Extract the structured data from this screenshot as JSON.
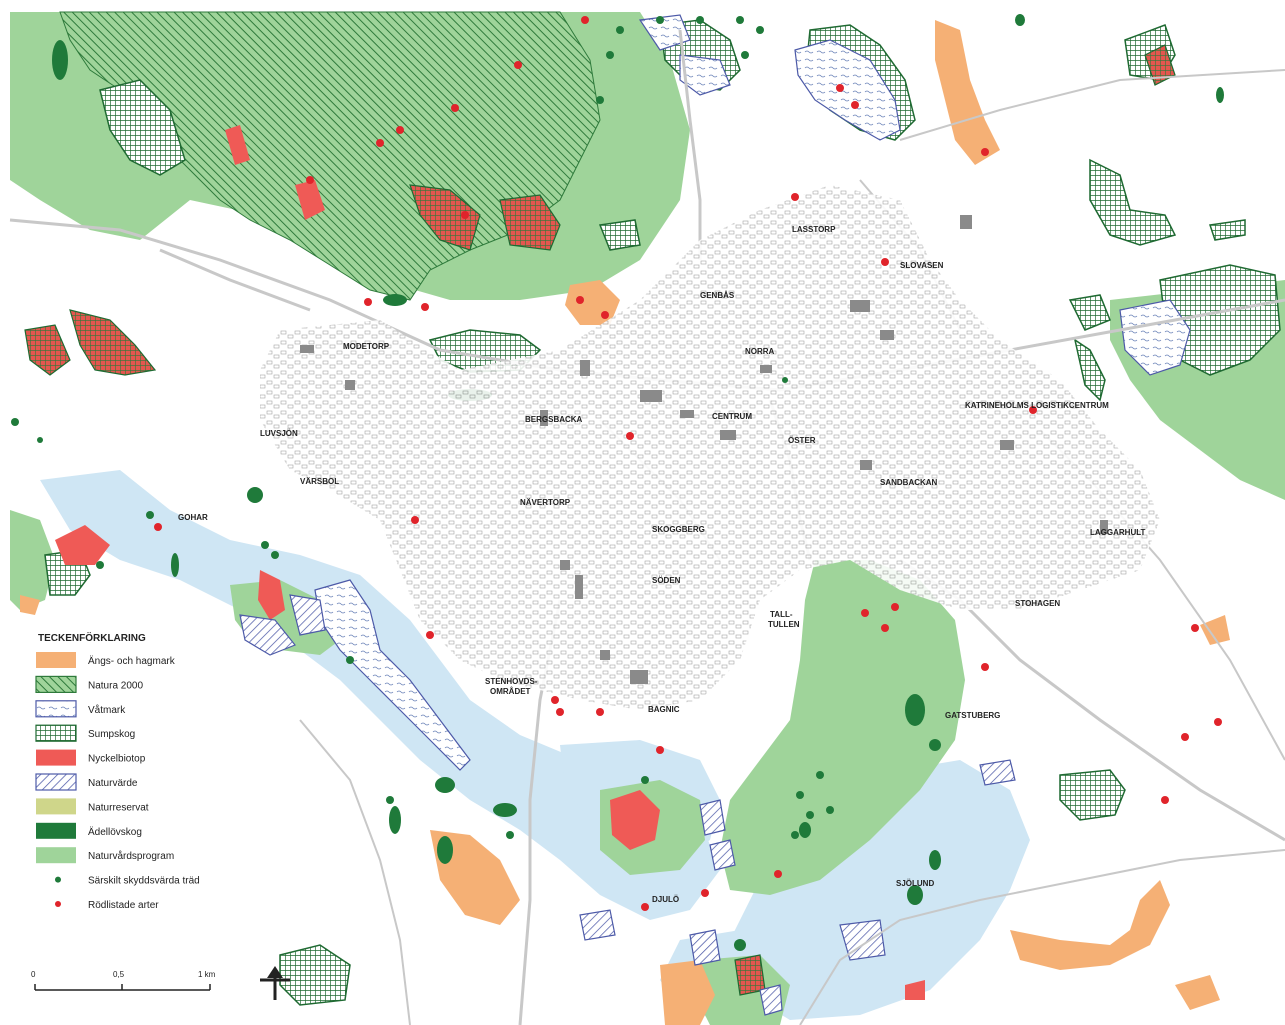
{
  "legend": {
    "title": "TECKENFÖRKLARING",
    "items": [
      {
        "label": "Ängs- och hagmark",
        "kind": "fill",
        "color": "#f5b075"
      },
      {
        "label": "Natura 2000",
        "kind": "hatch-green"
      },
      {
        "label": "Våtmark",
        "kind": "wetland"
      },
      {
        "label": "Sumpskog",
        "kind": "grid-green"
      },
      {
        "label": "Nyckelbiotop",
        "kind": "fill",
        "color": "#ef5a56"
      },
      {
        "label": "Naturvärde",
        "kind": "hatch-blue"
      },
      {
        "label": "Naturreservat",
        "kind": "fill",
        "color": "#cfd68a"
      },
      {
        "label": "Ädellövskog",
        "kind": "fill",
        "color": "#1f7a3a"
      },
      {
        "label": "Naturvårdsprogram",
        "kind": "fill",
        "color": "#9fd49a"
      },
      {
        "label": "Särskilt skyddsvärda träd",
        "kind": "dot",
        "color": "#1f7a3a"
      },
      {
        "label": "Rödlistade arter",
        "kind": "dot",
        "color": "#e0242b"
      }
    ]
  },
  "scale": {
    "labels": [
      "0",
      "0,5",
      "1 km"
    ]
  },
  "places": {
    "lasstorp": "LASSTORP",
    "slovasen": "SLOVASEN",
    "genbas": "GENBÅS",
    "modetorp": "MODETORP",
    "norra": "NORRA",
    "centrum": "CENTRUM",
    "oster": "ÖSTER",
    "katrineholm": "KATRINEHOLMS LOGISTIKCENTRUM",
    "bergsbacka": "BERGSBACKA",
    "luvsjon": "LUVSJÖN",
    "varsbol": "VÄRSBOL",
    "navertorp": "NÄVERTORP",
    "skoggberg": "SKOGGBERG",
    "sandbacka": "SANDBACKAN",
    "laggarhult": "LAGGARHULT",
    "soden": "SÖDEN",
    "talltullen1": "TALL-",
    "talltullen2": "TULLEN",
    "stohagen": "STOHAGEN",
    "industri1": "STENHOVDS-",
    "industri2": "OMRÅDET",
    "bagnic": "BAGNIC",
    "gatstuberg": "GATSTUBERG",
    "djulo": "DJULÖ",
    "sjolund": "SJÖLUND",
    "gohar": "GOHAR"
  }
}
